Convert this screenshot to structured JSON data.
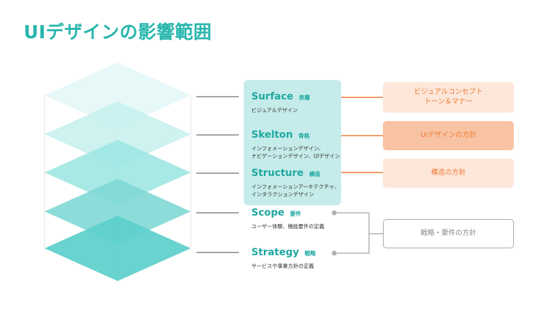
{
  "title": "UIデザインの影響範囲",
  "layers": [
    {
      "name": "Surface",
      "sub": "表層",
      "desc": [
        "ビジュアルデザイン"
      ]
    },
    {
      "name": "Skelton",
      "sub": "骨格",
      "desc": [
        "インフォメーションデザイン、",
        "ナビゲーションデザイン、UIデザイン"
      ]
    },
    {
      "name": "Structure",
      "sub": "構造",
      "desc": [
        "インフォメーションアーキテクチャ、",
        "インタラクションデザイン"
      ]
    },
    {
      "name": "Scope",
      "sub": "要件",
      "desc": [
        "ユーザー体験、機能要件の定義"
      ]
    },
    {
      "name": "Strategy",
      "sub": "戦略",
      "desc": [
        "サービスや事業方針の定義"
      ]
    }
  ],
  "right_boxes": [
    {
      "lines": [
        "ビジュアルコンセプト",
        "トーン＆マナー"
      ]
    },
    {
      "lines": [
        "UIデザインの方針"
      ]
    },
    {
      "lines": [
        "構造の方針"
      ]
    },
    {
      "lines": [
        "戦略・要件の方針"
      ]
    }
  ],
  "colors": {
    "title": "#27b6ad",
    "layer_text": "#1fa8a0",
    "highlight_panel": "#c5ecea",
    "orange": "#f07a35",
    "orange_light": "#fde7da",
    "orange_mid": "#f8c3a2",
    "gray": "#a8a8a8",
    "layer_fills": [
      "#e6f8f7",
      "#c8f1ee",
      "#9ee7e2",
      "#7fd8d5",
      "#5ccfcb"
    ]
  }
}
